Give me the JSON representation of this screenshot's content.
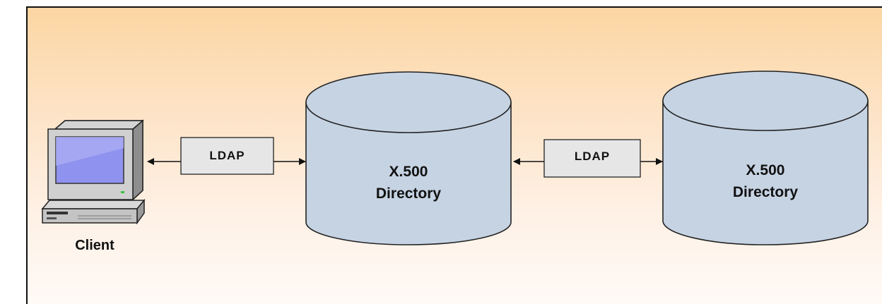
{
  "nodes": {
    "client": {
      "label": "Client"
    },
    "directory1": {
      "line1": "X.500",
      "line2": "Directory"
    },
    "directory2": {
      "line1": "X.500",
      "line2": "Directory"
    }
  },
  "edges": [
    {
      "from": "client",
      "to": "directory1",
      "label": "LDAP"
    },
    {
      "from": "directory1",
      "to": "directory2",
      "label": "LDAP"
    }
  ],
  "colors": {
    "cylinder_fill": "#c6d3e3",
    "label_box_fill": "#e6e6e6",
    "background_top": "#fcd6a3",
    "background_bottom": "#fffaf6",
    "screen": "#8f92ee"
  }
}
